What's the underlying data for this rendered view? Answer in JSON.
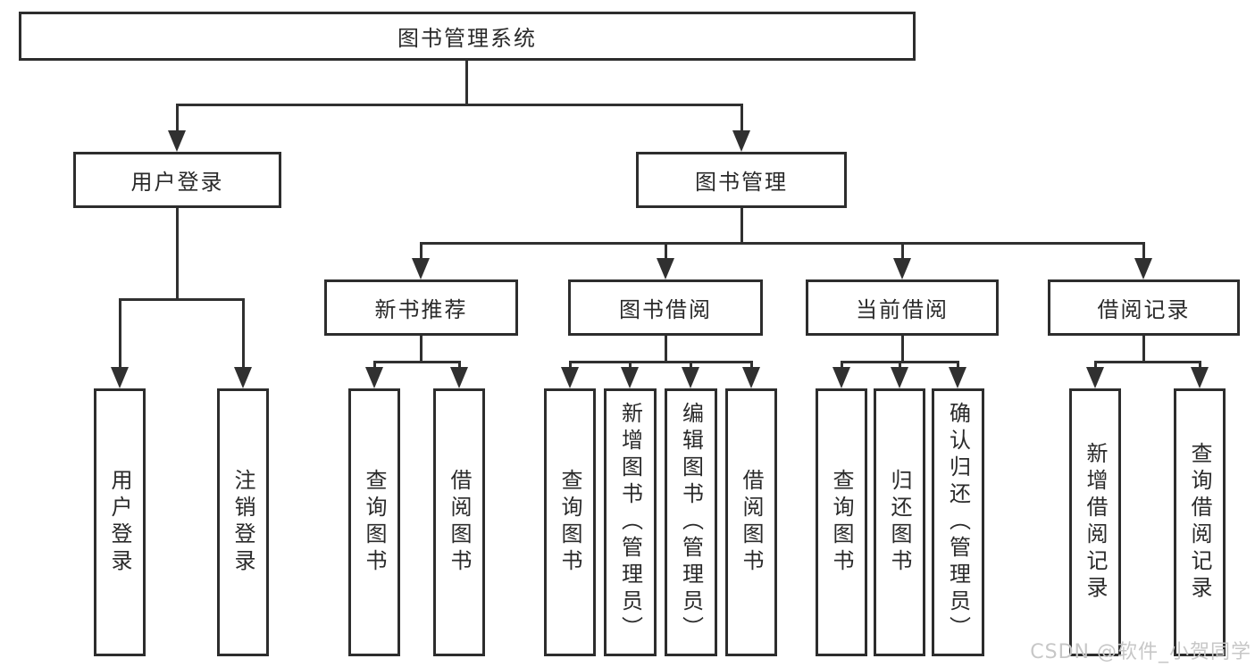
{
  "tree": {
    "root": {
      "label": "图书管理系统"
    },
    "children": [
      {
        "label": "用户登录",
        "children": [
          {
            "label": "用户登录"
          },
          {
            "label": "注销登录"
          }
        ]
      },
      {
        "label": "图书管理",
        "children": [
          {
            "label": "新书推荐",
            "children": [
              {
                "label": "查询图书"
              },
              {
                "label": "借阅图书"
              }
            ]
          },
          {
            "label": "图书借阅",
            "children": [
              {
                "label": "查询图书"
              },
              {
                "label": "新增图书（管理员）"
              },
              {
                "label": "编辑图书（管理员）"
              },
              {
                "label": "借阅图书"
              }
            ]
          },
          {
            "label": "当前借阅",
            "children": [
              {
                "label": "查询图书"
              },
              {
                "label": "归还图书"
              },
              {
                "label": "确认归还（管理员）"
              }
            ]
          },
          {
            "label": "借阅记录",
            "children": [
              {
                "label": "新增借阅记录"
              },
              {
                "label": "查询借阅记录"
              }
            ]
          }
        ]
      }
    ]
  },
  "watermark": {
    "text": "CSDN @软件_小贺同学"
  },
  "colors": {
    "line": "#303030",
    "border": "#2d2d2d",
    "text": "#2a2a2a",
    "watermark": "#c7c7c7",
    "background": "#ffffff"
  }
}
